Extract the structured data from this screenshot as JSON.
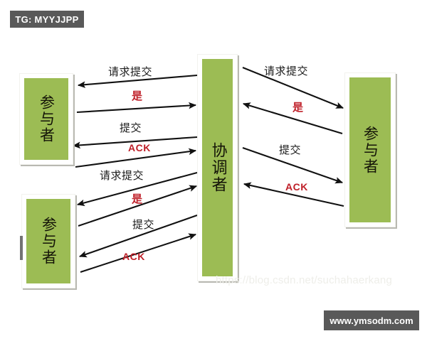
{
  "badge": {
    "tag_label": "TG: MYYJJPP",
    "site_label": "www.ymsodm.com"
  },
  "watermark": {
    "text": "https://blog.csdn.net/suchahaerkang"
  },
  "colors": {
    "node_fill": "#9cbc54",
    "node_frame": "#ffffff",
    "node_shadow": "#b9b9b2",
    "arrow": "#111111",
    "label_black": "#1a1a1a",
    "label_red": "#bf1f28",
    "badge_bg": "#595959",
    "background": "#ffffff"
  },
  "nodes": [
    {
      "id": "participant-top-left",
      "label": "参与者"
    },
    {
      "id": "participant-bottom-left",
      "label": "参与者"
    },
    {
      "id": "coordinator",
      "label": "协调者"
    },
    {
      "id": "participant-right",
      "label": "参与者"
    }
  ],
  "messages": {
    "top_left": [
      {
        "label": "请求提交",
        "style": "black",
        "direction": "coordinator-to-participant"
      },
      {
        "label": "是",
        "style": "red",
        "direction": "participant-to-coordinator"
      },
      {
        "label": "提交",
        "style": "black",
        "direction": "coordinator-to-participant"
      },
      {
        "label": "ACK",
        "style": "red",
        "direction": "participant-to-coordinator"
      }
    ],
    "bottom_left": [
      {
        "label": "请求提交",
        "style": "black",
        "direction": "coordinator-to-participant"
      },
      {
        "label": "是",
        "style": "red",
        "direction": "participant-to-coordinator"
      },
      {
        "label": "提交",
        "style": "black",
        "direction": "coordinator-to-participant"
      },
      {
        "label": "ACK",
        "style": "red",
        "direction": "participant-to-coordinator"
      }
    ],
    "right": [
      {
        "label": "请求提交",
        "style": "black",
        "direction": "coordinator-to-participant"
      },
      {
        "label": "是",
        "style": "red",
        "direction": "participant-to-coordinator"
      },
      {
        "label": "提交",
        "style": "black",
        "direction": "coordinator-to-participant"
      },
      {
        "label": "ACK",
        "style": "red",
        "direction": "participant-to-coordinator"
      }
    ]
  },
  "labels": {
    "tl_1": "请求提交",
    "tl_2": "是",
    "tl_3": "提交",
    "tl_4": "ACK",
    "bl_1": "请求提交",
    "bl_2": "是",
    "bl_3": "提交",
    "bl_4": "ACK",
    "r_1": "请求提交",
    "r_2": "是",
    "r_3": "提交",
    "r_4": "ACK"
  }
}
